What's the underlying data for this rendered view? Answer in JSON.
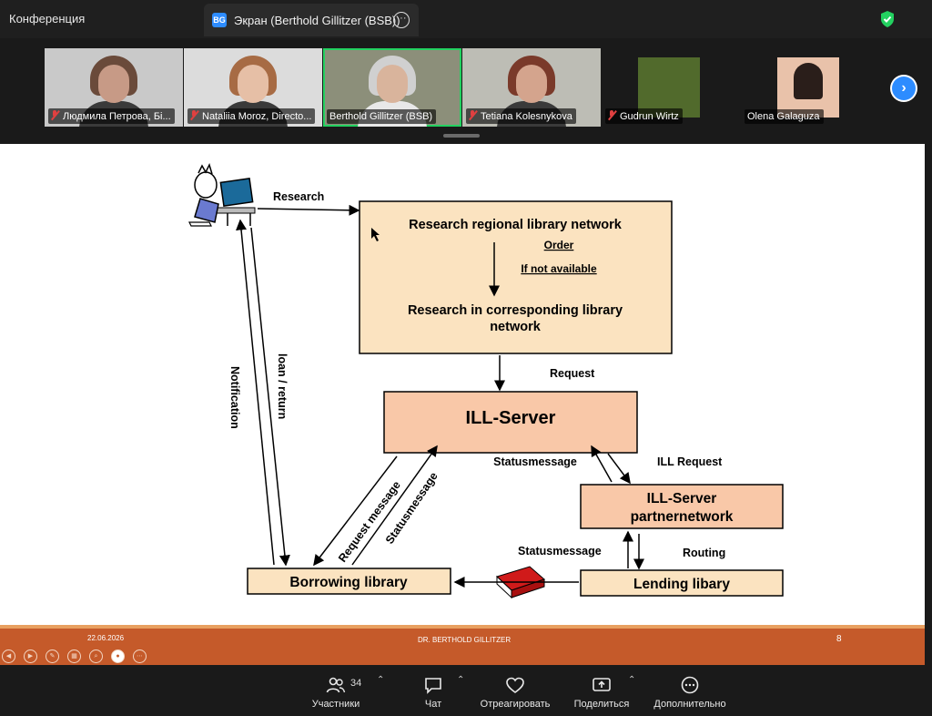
{
  "window": {
    "title": "Конференция"
  },
  "screen_tab": {
    "badge": "BG",
    "label": "Экран (Berthold Gillitzer (BSB))",
    "more": "···"
  },
  "participants": [
    {
      "name": "Людмила Петрова, Бі...",
      "muted": true,
      "bg": "#c9c9c9",
      "skin": "#c79a86",
      "hair": "#6a4a3a"
    },
    {
      "name": "Nataliia Moroz, Directo...",
      "muted": true,
      "bg": "#dcdcdc",
      "skin": "#e6bfa6",
      "hair": "#a76b44"
    },
    {
      "name": "Berthold Gillitzer (BSB)",
      "muted": false,
      "bg": "#8c8f7a",
      "skin": "#d9b49c",
      "hair": "#d0d0d0",
      "active": true
    },
    {
      "name": "Tetiana Kolesnykova",
      "muted": true,
      "bg": "#bdbdb5",
      "skin": "#d4a48d",
      "hair": "#7a3a2a"
    },
    {
      "name": "Gudrun Wirtz",
      "muted": true,
      "bg": "#1a1a1a",
      "skin": "#6e8a3a",
      "hair": "#3a5020"
    },
    {
      "name": "Olena Galaguza",
      "muted": false,
      "bg": "#1a1a1a",
      "skin": "#e9c2aa",
      "hair": "#2a1e1a"
    }
  ],
  "next_icon": "chevron-right-icon",
  "slide": {
    "labels": {
      "research": "Research",
      "box1_title": "Research regional library network",
      "order": "Order",
      "if_not": "If not available",
      "box1_sub": "Research in corresponding library network",
      "request": "Request",
      "ill_server": "ILL-Server",
      "statusmessage": "Statusmessage",
      "ill_request": "ILL Request",
      "partner": "ILL-Server partnernetwork",
      "statusmessage2": "Statusmessage",
      "routing": "Routing",
      "lending": "Lending libary",
      "borrowing": "Borrowing library",
      "notification": "Notification",
      "loan": "loan / return",
      "request_msg": "Request message",
      "statusmessage3": "Statusmessage"
    },
    "footer": {
      "date": "22.06.2026",
      "author": "DR. BERTHOLD GILLITZER",
      "page": "8"
    },
    "colors": {
      "box_fill": "#fbe3c0",
      "box_dark": "#f9c8a8",
      "footer": "#c55a2a"
    }
  },
  "toolbar": {
    "participants_label": "Участники",
    "participants_count": "34",
    "chat_label": "Чат",
    "react_label": "Отреагировать",
    "share_label": "Поделиться",
    "more_label": "Дополнительно"
  }
}
